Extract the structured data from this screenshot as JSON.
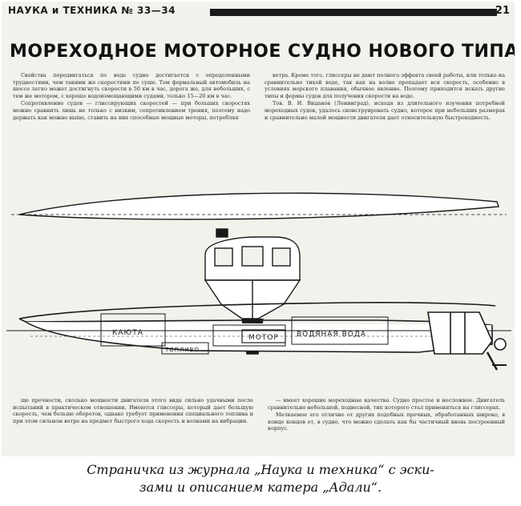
{
  "header": {
    "journal": "НАУКА и ТЕХНИКА № 33—34",
    "page_number": "21"
  },
  "article": {
    "title": "МОРЕХОДНОЕ МОТОРНОЕ СУДНО НОВОГО ТИПА",
    "top_left": [
      "Свойства передвигаться по воде судно достигается с определенными трудностями, чем такими же скоростями по суше. Тем формальный автомобиль на шоссе легко может достигнуть скорости в 50 км в час, дорога же, для небольших, с тем же мотором, с хорошо водоизмещающими судами, только 15—20 км в час.",
      "Сопротивление судов — глиссирующих скоростей — при больших скоростях можно сравнить лишь не только с низким, сопротивлением трения, поэтому надо держать как можно выше, ставить на них способные мощные моторы, потребляя"
    ],
    "top_right": [
      "ветра. Кроме того, глиссеры не дают полного эффекта своей работы, или только на сравнительно тихой воде, так как на волне пропадает вся скорость, особенно в условиях морского плавания, обычное явление. Поэтому приходится искать другие типы и формы судов для получения скорости на воде.",
      "Тов. В. И. Виданов (Ленинград), исходя из длительного изучения потребной мореходных судов, удалось сконструировать судно, которое при небольших размерах и сравнительно малой мощности двигателя дает относительную быстроходность."
    ],
    "bottom_left": [
      "ще прочности, сколько мощности двигателя этого вида сильно удачными после испытаний в практическом отношении. Имеются глиссеры, который дает большую скорость, чем больше оборотов, однако требует применения специального топлива и при этом сильном ветре на предмет быстрого хода скорость и волнами на вибрации."
    ],
    "bottom_right": [
      "— имеет хорошие мореходные качества. Судно простое и несложное. Двигатель сравнительно небольшой, подвесной, тип которого стал применяться на глиссерах.",
      "Мелкаемое его отличие от других подобных прочных, обработанных широко, в конце концов от, в судне, что можно сделать как бы частичный вновь построенный корпус."
    ]
  },
  "drawing": {
    "labels": {
      "cabin": "КАЮТА",
      "engine": "МОТОР",
      "ballast": "ВОДЯНАЯ ВОДА",
      "fuel": "ТОПЛИВО"
    }
  },
  "caption": {
    "line1": "Страничка из журнала „Наука и техника“ с эски-",
    "line2": "зами и описанием катера „Адали“."
  }
}
